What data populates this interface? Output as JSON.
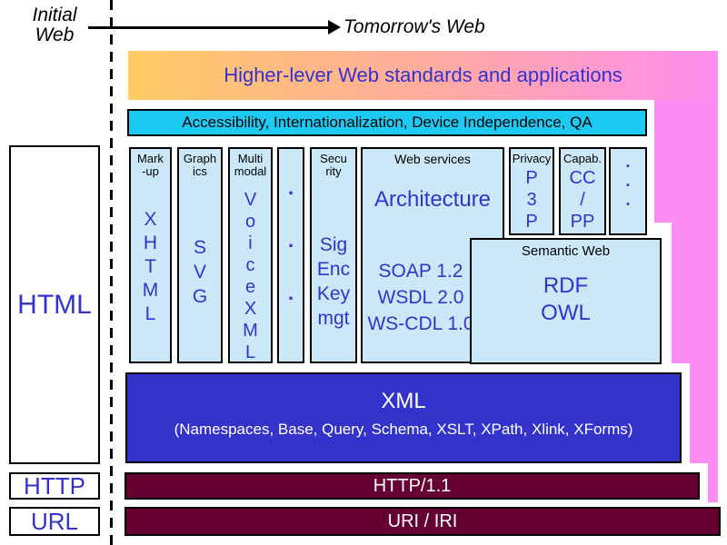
{
  "timeline": {
    "initial_label": "Initial\nWeb",
    "future_label": "Tomorrow's Web"
  },
  "banner": {
    "label": "Higher-lever Web standards and applications"
  },
  "a11y_bar": {
    "label": "Accessibility, Internationalization, Device Independence, QA"
  },
  "left_stack": {
    "html_label": "HTML",
    "http_label": "HTTP",
    "url_label": "URL"
  },
  "columns": {
    "markup": {
      "header": "Mark\n-up",
      "body": "X\nH\nT\nM\nL"
    },
    "graphics": {
      "header": "Graph\nics",
      "body": "S\nV\nG"
    },
    "multimodal": {
      "header": "Multi\nmodal",
      "body": "V\no\ni\nc\ne\nX\nM\nL"
    },
    "dots1": {
      "body": ".\n.\n."
    },
    "security": {
      "header": "Secu\nrity",
      "body": "Sig\nEnc\nKey\nmgt"
    },
    "web_services": {
      "header": "Web services",
      "title": "Architecture",
      "body": "SOAP 1.2\nWSDL 2.0\nWS-CDL 1.0"
    },
    "privacy": {
      "header": "Privacy",
      "body": "P\n3\nP"
    },
    "capabilities": {
      "header": "Capab.",
      "body": "CC\n/\nPP"
    },
    "dots2": {
      "body": ".\n.\n."
    }
  },
  "semantic_web": {
    "header": "Semantic Web",
    "body": "RDF\nOWL"
  },
  "xml_box": {
    "title": "XML",
    "subtitle": "(Namespaces, Base, Query, Schema, XSLT, XPath, Xlink, XForms)"
  },
  "http_bar": {
    "label": "HTTP/1.1"
  },
  "uri_bar": {
    "label": "URI / IRI"
  },
  "colors": {
    "light_blue_box": "#CBE8F8",
    "blue_text": "#3333CC",
    "cyan_bar": "#1EC9F2",
    "xml_blue": "#3333CC",
    "maroon_bar": "#660033",
    "pink_background": "#FC8EF3",
    "banner_gradient_start": "#FFCB63",
    "banner_gradient_end": "#FF8DF1"
  }
}
